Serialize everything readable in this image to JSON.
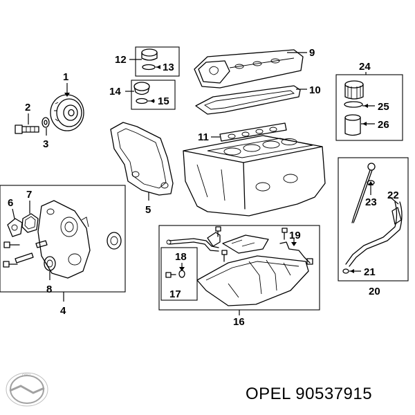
{
  "caption": "OPEL 90537915",
  "logo": {
    "icon": "opel-logo-icon"
  },
  "callouts": {
    "c1": "1",
    "c2": "2",
    "c3": "3",
    "c4": "4",
    "c5": "5",
    "c6": "6",
    "c7": "7",
    "c8": "8",
    "c9": "9",
    "c10": "10",
    "c11": "11",
    "c12": "12",
    "c13": "13",
    "c14": "14",
    "c15": "15",
    "c16": "16",
    "c17": "17",
    "c18": "18",
    "c19": "19",
    "c20": "20",
    "c21": "21",
    "c22": "22",
    "c23": "23",
    "c24": "24",
    "c25": "25",
    "c26": "26"
  }
}
